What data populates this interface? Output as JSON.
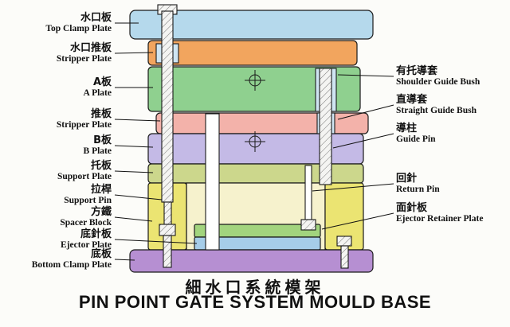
{
  "diagram": {
    "title_zh": "細水口系統模架",
    "title_en": "PIN POINT GATE SYSTEM MOULD BASE"
  },
  "labels_left": [
    {
      "zh": "水口板",
      "en": "Top Clamp Plate"
    },
    {
      "zh": "水口推板",
      "en": "Stripper Plate"
    },
    {
      "zh": "A板",
      "en": "A Plate"
    },
    {
      "zh": "推板",
      "en": "Stripper Plate"
    },
    {
      "zh": "B板",
      "en": "B Plate"
    },
    {
      "zh": "托板",
      "en": "Support Plate"
    },
    {
      "zh": "拉桿",
      "en": "Support Pin"
    },
    {
      "zh": "方鐵",
      "en": "Spacer Block"
    },
    {
      "zh": "底針板",
      "en": "Ejector Plate"
    },
    {
      "zh": "底板",
      "en": "Bottom Clamp Plate"
    }
  ],
  "labels_right": [
    {
      "zh": "有托導套",
      "en": "Shoulder Guide Bush"
    },
    {
      "zh": "直導套",
      "en": "Straight Guide Bush"
    },
    {
      "zh": "導柱",
      "en": "Guide Pin"
    },
    {
      "zh": "回針",
      "en": "Return Pin"
    },
    {
      "zh": "面針板",
      "en": "Ejector Retainer Plate"
    }
  ],
  "colors": {
    "top_clamp_plate": "#b5d9ec",
    "stripper_plate_top": "#f2a55e",
    "a_plate": "#8fd08f",
    "stripper_plate_mid": "#f3b2aa",
    "b_plate": "#c4bae6",
    "support_plate": "#ccd78c",
    "spacer_block": "#ebe472",
    "ejector_space": "#f6f2cd",
    "ejector_retainer_plate": "#a2d47e",
    "ejector_plate": "#a6cde9",
    "bottom_clamp_plate": "#b68fd2",
    "bush": "#cfe5f2"
  }
}
